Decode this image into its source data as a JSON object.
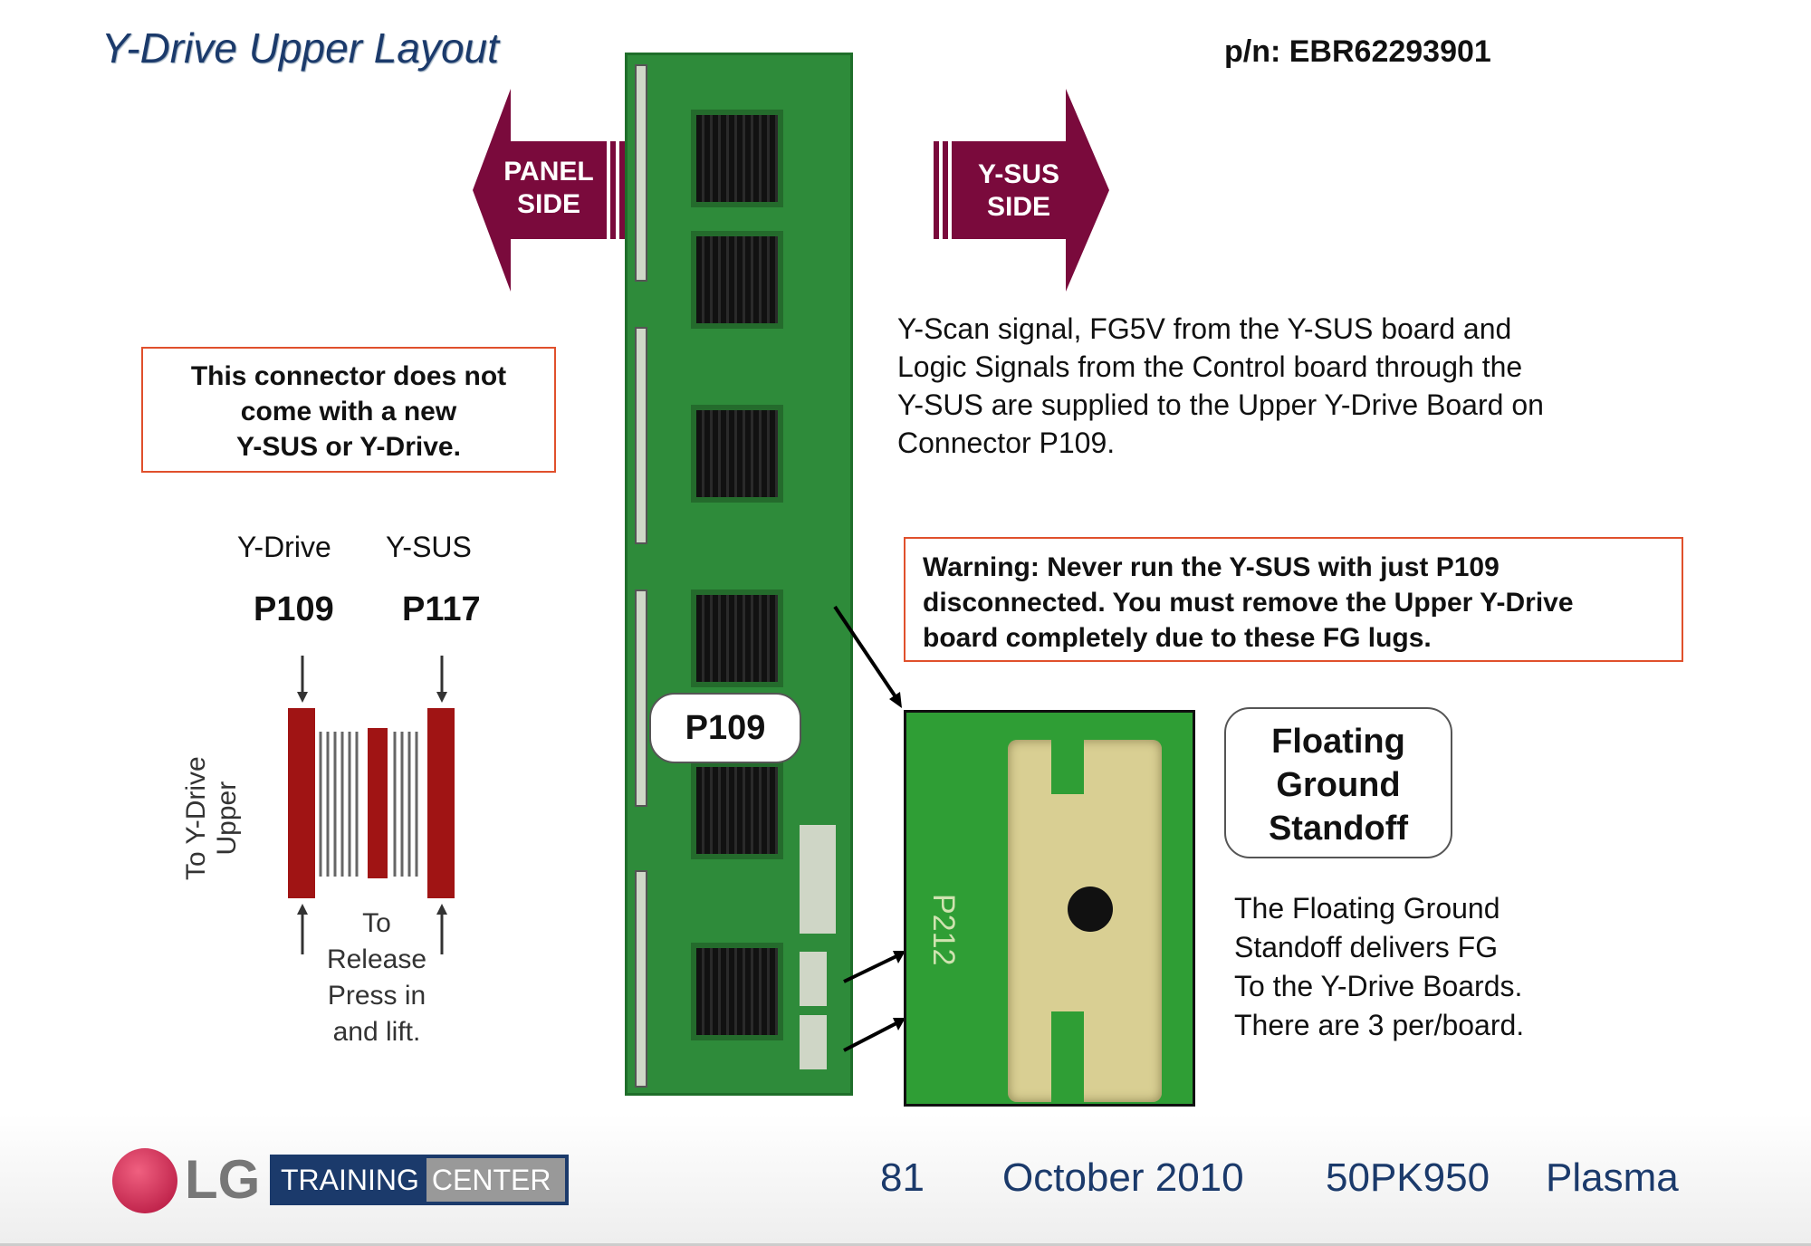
{
  "title": "Y-Drive Upper  Layout",
  "part_number": "p/n: EBR62293901",
  "arrows": {
    "panel_side": [
      "PANEL",
      "SIDE"
    ],
    "ysus_side": [
      "Y-SUS",
      "SIDE"
    ],
    "color": "#7a0a3c"
  },
  "description": [
    "Y-Scan signal, FG5V from the Y-SUS board and",
    "Logic Signals from the Control board through the",
    "Y-SUS are supplied to the Upper Y-Drive Board on",
    "Connector P109."
  ],
  "connector_note": [
    "This connector does not",
    "come with a new",
    "Y-SUS or Y-Drive."
  ],
  "diagram": {
    "left_label": "Y-Drive",
    "right_label": "Y-SUS",
    "left_conn": "P109",
    "right_conn": "P117",
    "side_label": [
      "To Y-Drive",
      "Upper"
    ],
    "release": [
      "To",
      "Release",
      "Press in",
      "and lift."
    ]
  },
  "warning": [
    "Warning: Never run the Y-SUS with just P109",
    "disconnected. You must remove the Upper Y-Drive",
    "board completely due to these FG lugs."
  ],
  "board_callout": "P109",
  "inset_label": "P212",
  "floating_callout": [
    "Floating",
    "Ground",
    "Standoff"
  ],
  "floating_text": [
    "The Floating Ground",
    "Standoff delivers FG",
    "To the Y-Drive Boards.",
    "There are 3 per/board."
  ],
  "footer": {
    "logo": "LG",
    "training": "TRAINING",
    "center": "CENTER",
    "page": "81",
    "date": "October 2010",
    "model": "50PK950",
    "type": "Plasma"
  }
}
